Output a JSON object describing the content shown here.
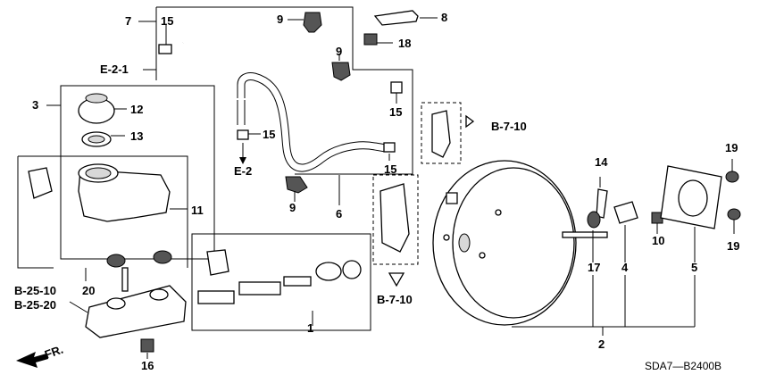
{
  "diagram_code": "SDA7—B2400B",
  "fr_label": "FR.",
  "refs": {
    "e21": "E-2-1",
    "e2": "E-2",
    "b710_top": "B-7-10",
    "b710_bottom": "B-7-10",
    "b2510": "B-25-10",
    "b2520": "B-25-20"
  },
  "parts": {
    "p1": "1",
    "p2": "2",
    "p3": "3",
    "p4": "4",
    "p5": "5",
    "p6": "6",
    "p7": "7",
    "p8": "8",
    "p9a": "9",
    "p9b": "9",
    "p9c": "9",
    "p10": "10",
    "p11": "11",
    "p12": "12",
    "p13": "13",
    "p14": "14",
    "p15a": "15",
    "p15b": "15",
    "p15c": "15",
    "p15d": "15",
    "p16": "16",
    "p17": "17",
    "p18": "18",
    "p19a": "19",
    "p19b": "19",
    "p20": "20"
  }
}
